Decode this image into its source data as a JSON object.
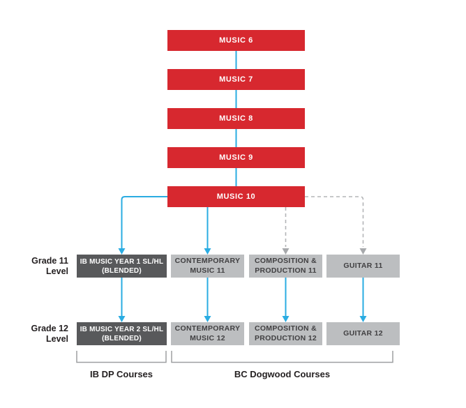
{
  "colors": {
    "node_red": "#d7282f",
    "node_dark_gray": "#58595b",
    "node_light_gray": "#bcbec0",
    "arrow_blue": "#2aace2",
    "arrow_dashed_gray": "#b3b5b7",
    "label_text": "#231f20"
  },
  "pathway_nodes": [
    {
      "label": "MUSIC 6"
    },
    {
      "label": "MUSIC 7"
    },
    {
      "label": "MUSIC 8"
    },
    {
      "label": "MUSIC 9"
    },
    {
      "label": "MUSIC 10"
    }
  ],
  "grade_rows": [
    {
      "label_lines": [
        "Grade 11",
        "Level"
      ],
      "courses": [
        {
          "label_lines": [
            "IB MUSIC YEAR 1 SL/HL",
            "(BLENDED)"
          ],
          "style": "dark"
        },
        {
          "label_lines": [
            "CONTEMPORARY",
            "MUSIC 11"
          ],
          "style": "light"
        },
        {
          "label_lines": [
            "COMPOSITION &",
            "PRODUCTION 11"
          ],
          "style": "light"
        },
        {
          "label_lines": [
            "GUITAR 11"
          ],
          "style": "light"
        }
      ]
    },
    {
      "label_lines": [
        "Grade 12",
        "Level"
      ],
      "courses": [
        {
          "label_lines": [
            "IB MUSIC YEAR 2 SL/HL",
            "(BLENDED)"
          ],
          "style": "dark"
        },
        {
          "label_lines": [
            "CONTEMPORARY",
            "MUSIC 12"
          ],
          "style": "light"
        },
        {
          "label_lines": [
            "COMPOSITION &",
            "PRODUCTION 12"
          ],
          "style": "light"
        },
        {
          "label_lines": [
            "GUITAR 12"
          ],
          "style": "light"
        }
      ]
    }
  ],
  "course_groups": [
    {
      "label": "IB DP Courses"
    },
    {
      "label": "BC Dogwood Courses"
    }
  ]
}
